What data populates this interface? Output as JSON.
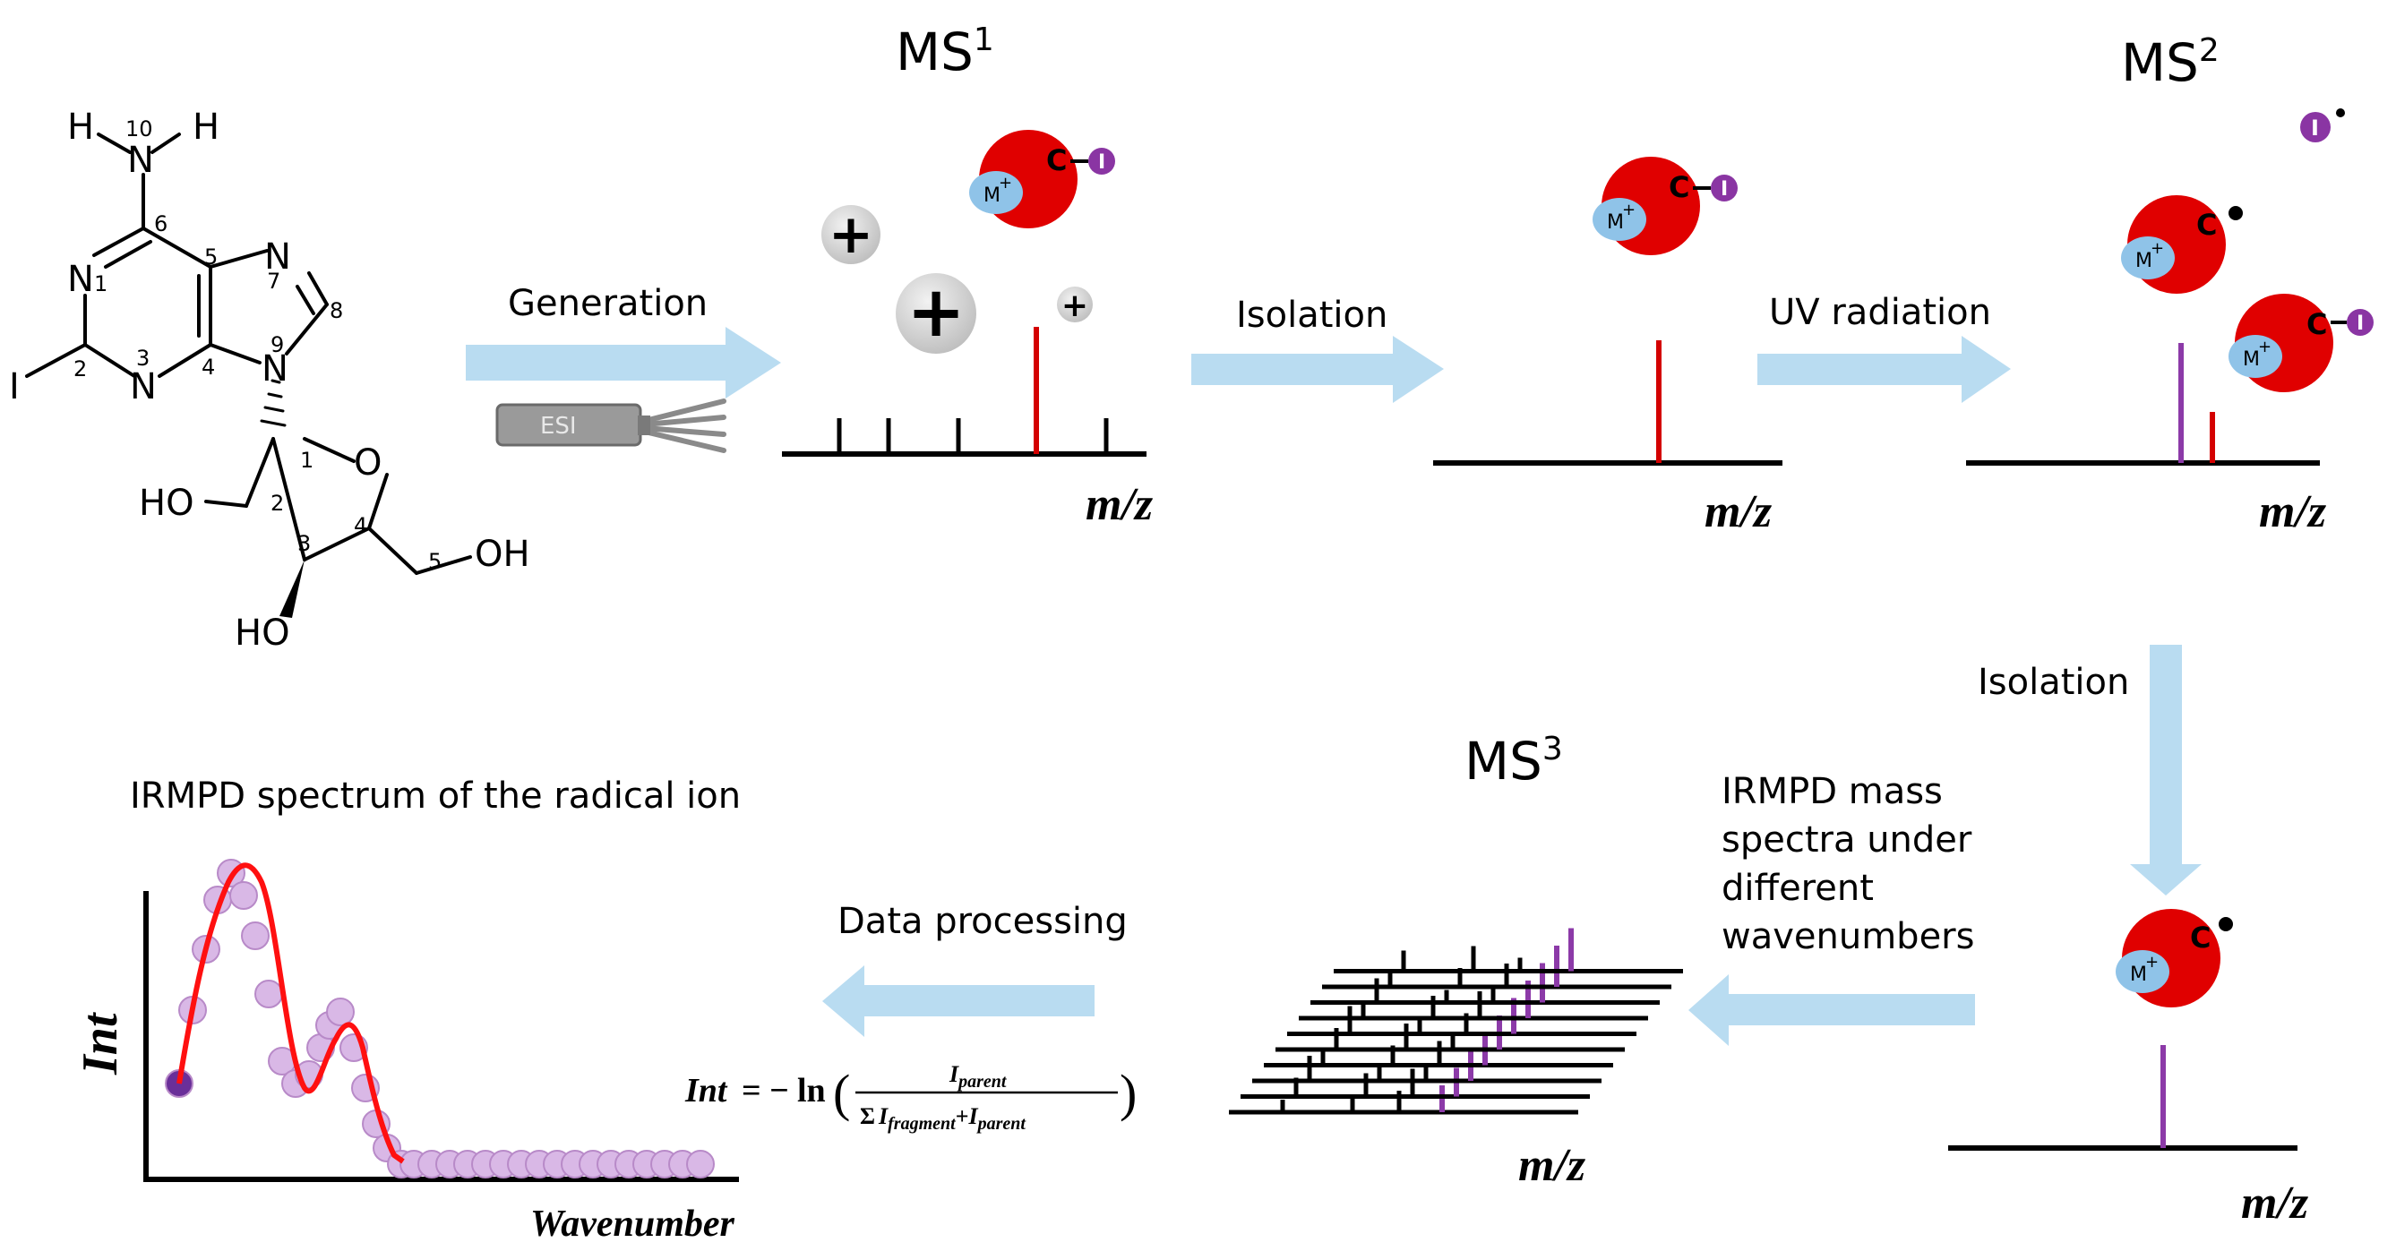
{
  "molecule": {
    "atoms": {
      "h_left": "H",
      "h_right": "H",
      "n10": "N",
      "n1": "N",
      "n3": "N",
      "n7": "N",
      "n9": "N",
      "iodine": "I",
      "ring_o": "O",
      "ho2": "HO",
      "ho3": "HO",
      "oh5": "OH"
    },
    "numbers": {
      "n10": "10",
      "c6": "6",
      "n1": "1",
      "c5": "5",
      "n7": "7",
      "c8": "8",
      "n9": "9",
      "c2": "2",
      "n3": "3",
      "c4": "4",
      "r1": "1",
      "r2": "2",
      "r3": "3",
      "r4": "4",
      "r5": "5"
    }
  },
  "stages": {
    "ms1": {
      "base": "MS",
      "sup": "1"
    },
    "ms2": {
      "base": "MS",
      "sup": "2"
    },
    "ms3": {
      "base": "MS",
      "sup": "3"
    }
  },
  "arrows": {
    "generation": "Generation",
    "isolation1": "Isolation",
    "uv": "UV radiation",
    "isolation2": "Isolation",
    "irmpd_lines": [
      "IRMPD  mass",
      "spectra under",
      "different",
      "wavenumbers"
    ],
    "data_processing": "Data processing"
  },
  "esi_label": "ESI",
  "ion_labels": {
    "m_plus": "M",
    "plus_sup": "+",
    "carbon": "C",
    "iodine": "I",
    "radical_dot": "•"
  },
  "axis_labels": {
    "mz": "m/z",
    "int": "Int",
    "wavenumber": "Wavenumber"
  },
  "spectrum_title": "IRMPD spectrum of the radical ion",
  "formula": {
    "lhs": "Int",
    "eq": "= −",
    "ln": "ln",
    "numerator": "I",
    "numerator_sub": "parent",
    "sigma": "Σ",
    "denominator_a": "I",
    "denominator_a_sub": "fragment",
    "plus": "+",
    "denominator_b": "I",
    "denominator_b_sub": "parent"
  },
  "colors": {
    "arrow": "#b9dcf1",
    "ion_red": "#e00000",
    "m_blue": "#8fc3e8",
    "iodine_purple": "#8a35a3",
    "peak_red": "#d40000",
    "peak_purple": "#8c3aa8",
    "curve_red": "#ff1010",
    "point_fill": "#d9b8e6",
    "point_stroke": "#b88ac8",
    "first_point": "#6a2f99"
  }
}
